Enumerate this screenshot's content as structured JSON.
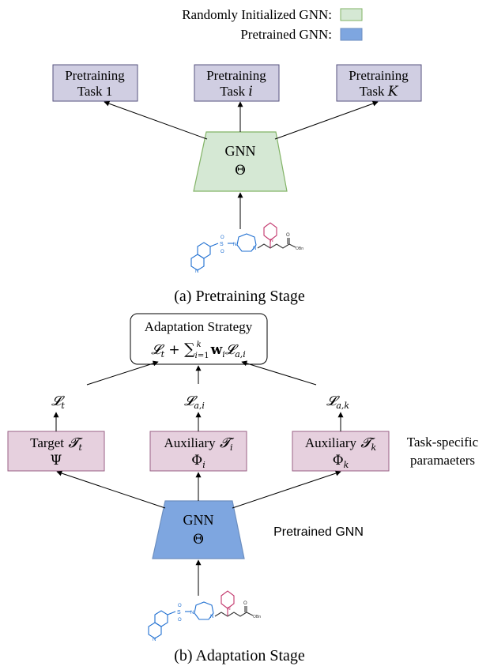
{
  "legend": {
    "random_label": "Randomly Initialized GNN:",
    "pretrained_label": "Pretrained GNN:",
    "random_color": "#d5e8d4",
    "pretrained_color": "#7ea6e0"
  },
  "stage_a": {
    "tasks": [
      {
        "line1": "Pretraining",
        "line2": "Task 1"
      },
      {
        "line1": "Pretraining",
        "line2": "Task",
        "line2_math": "i"
      },
      {
        "line1": "Pretraining",
        "line2": "Task",
        "line2_math": "K"
      }
    ],
    "gnn_label": "GNN",
    "gnn_param": "Θ",
    "caption": "(a) Pretraining Stage"
  },
  "stage_b": {
    "strategy_title": "Adaptation Strategy",
    "losses": [
      {
        "symbol": "𝓛",
        "sub": "t"
      },
      {
        "symbol": "𝓛",
        "sub": "a,i"
      },
      {
        "symbol": "𝓛",
        "sub": "a,k"
      }
    ],
    "heads": [
      {
        "name": "Target",
        "task_sub": "t",
        "param": "Ψ",
        "param_sub": ""
      },
      {
        "name": "Auxiliary",
        "task_sub": "i",
        "param": "Φ",
        "param_sub": "i"
      },
      {
        "name": "Auxiliary",
        "task_sub": "k",
        "param": "Φ",
        "param_sub": "k"
      }
    ],
    "task_specific_label": [
      "Task-specific",
      "paramaeters"
    ],
    "gnn_label": "GNN",
    "gnn_param": "Θ",
    "pretrained_gnn_label": "Pretrained GNN",
    "caption": "(b) Adaptation Stage"
  },
  "molecule": {
    "atom_labels": [
      "N",
      "S",
      "O",
      "O",
      "N",
      "N",
      "N",
      "O",
      "OBn"
    ],
    "colors": {
      "ring_blue": "#1f6fd1",
      "ring_pink": "#c2356b",
      "bond": "#333333"
    }
  }
}
